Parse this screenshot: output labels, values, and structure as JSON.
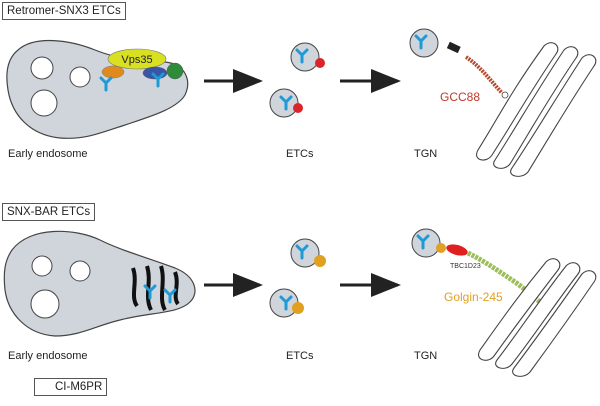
{
  "panels": [
    {
      "title": "Retromer-SNX3 ETCs",
      "captions": [
        "Early endosome",
        "ETCs",
        "TGN"
      ],
      "labels": {
        "complex": "Vps35",
        "golgin": "GCC88"
      }
    },
    {
      "title": "SNX-BAR ETCs",
      "captions": [
        "Early endosome",
        "ETCs",
        "TGN"
      ],
      "labels": {
        "golgin": "Golgin-245",
        "gap": "TBC1D23"
      }
    }
  ],
  "legend": {
    "label": "CI-M6PR"
  },
  "colors": {
    "membrane": "#cfd5db",
    "outline": "#444444",
    "receptor": "#1f9ad6",
    "vps35": "#d9e021",
    "gcc88": "#c0392b",
    "golgin245": "#e0a020",
    "golgin_rod": "#9cbf5a",
    "tbc1d23": "#e02020"
  }
}
